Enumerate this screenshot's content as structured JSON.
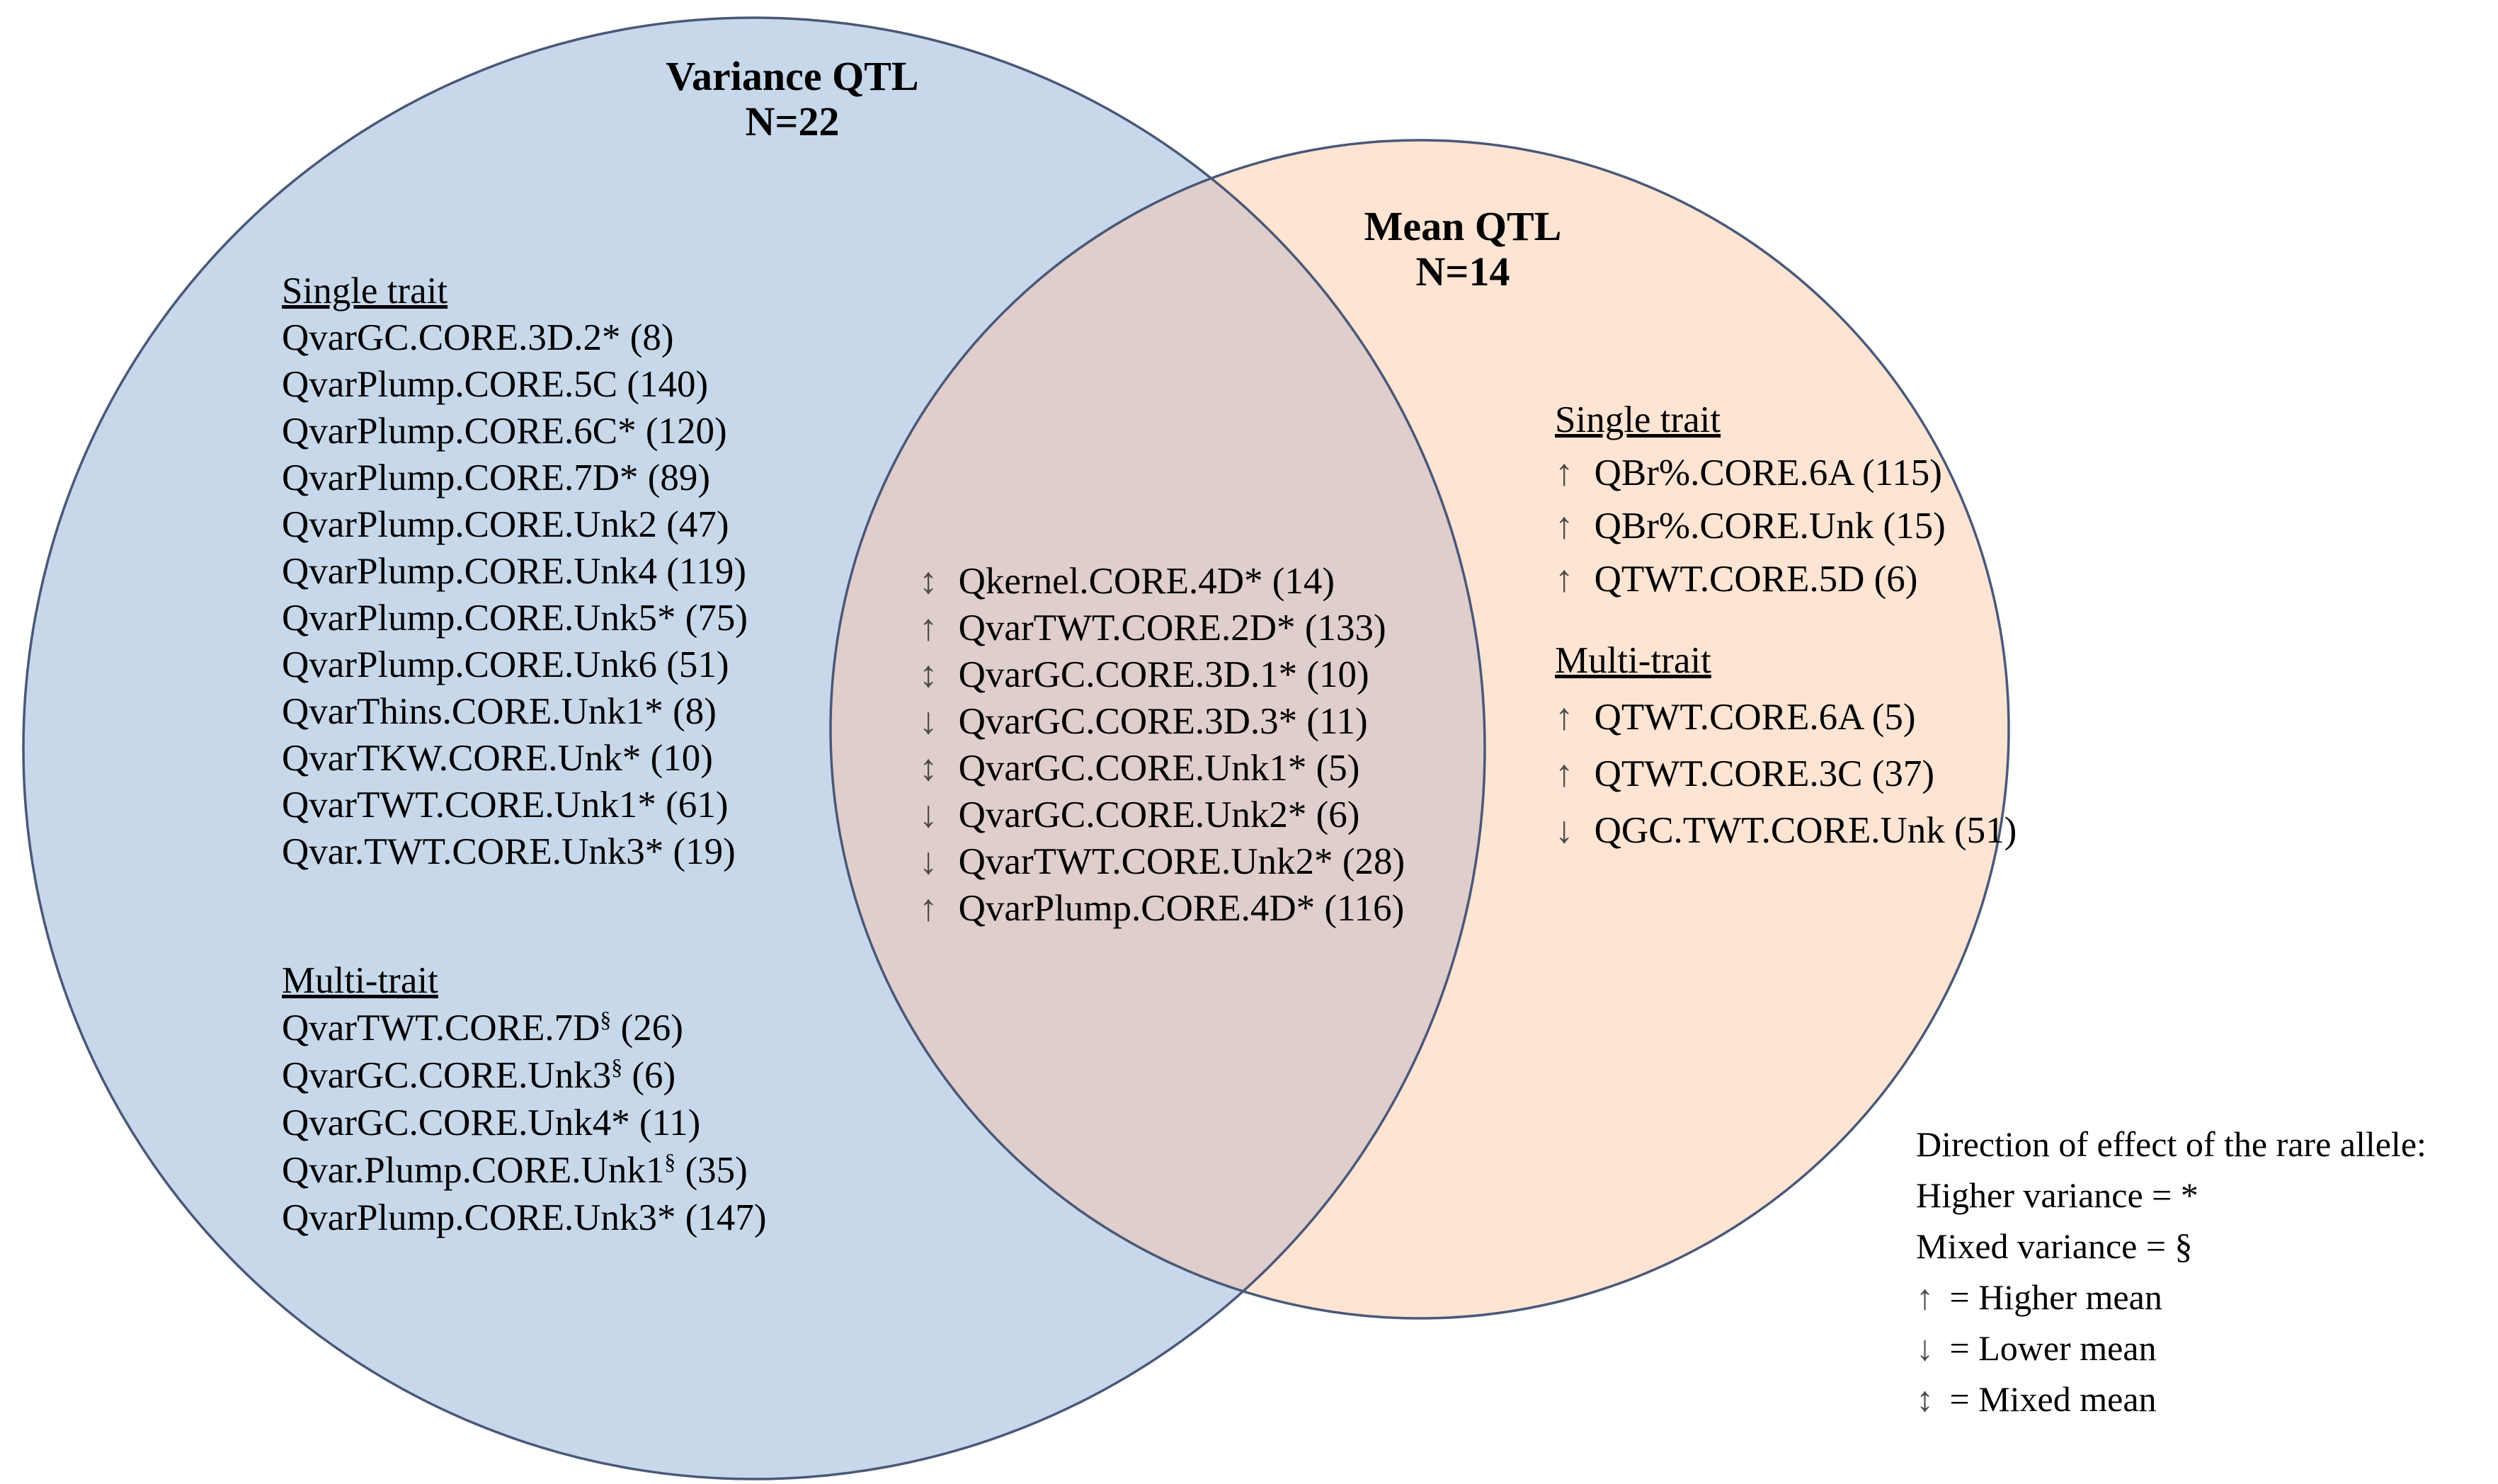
{
  "figure": {
    "type": "venn-diagram",
    "background": "#FFFFFF",
    "border_color": "#4A5878"
  },
  "variance_circle": {
    "title": "Variance QTL",
    "count_label": "N=22",
    "fill": "#C8D8EB",
    "single_trait_header": "Single trait",
    "single_trait": [
      {
        "text": "QvarGC.CORE.3D.2*",
        "count": "(8)"
      },
      {
        "text": "QvarPlump.CORE.5C",
        "count": "(140)"
      },
      {
        "text": "QvarPlump.CORE.6C*",
        "count": "(120)"
      },
      {
        "text": "QvarPlump.CORE.7D*",
        "count": "(89)"
      },
      {
        "text": "QvarPlump.CORE.Unk2",
        "count": "(47)"
      },
      {
        "text": "QvarPlump.CORE.Unk4",
        "count": "(119)"
      },
      {
        "text": "QvarPlump.CORE.Unk5*",
        "count": "(75)"
      },
      {
        "text": "QvarPlump.CORE.Unk6",
        "count": "(51)"
      },
      {
        "text": "QvarThins.CORE.Unk1*",
        "count": "(8)"
      },
      {
        "text": "QvarTKW.CORE.Unk*",
        "count": "(10)"
      },
      {
        "text": "QvarTWT.CORE.Unk1*",
        "count": "(61)"
      },
      {
        "text": "Qvar.TWT.CORE.Unk3*",
        "count": "(19)"
      }
    ],
    "multi_trait_header": "Multi-trait",
    "multi_trait": [
      {
        "text": "QvarTWT.CORE.7D",
        "sup": "§",
        "count": "(26)"
      },
      {
        "text": "QvarGC.CORE.Unk3",
        "sup": "§",
        "count": "(6)"
      },
      {
        "text": "QvarGC.CORE.Unk4*",
        "count": "(11)"
      },
      {
        "text": "Qvar.Plump.CORE.Unk1",
        "sup": "§",
        "count": "(35)"
      },
      {
        "text": "QvarPlump.CORE.Unk3*",
        "count": "(147)"
      }
    ]
  },
  "mean_circle": {
    "title": "Mean QTL",
    "count_label": "N=14",
    "fill": "#FDE4D3",
    "single_trait_header": "Single trait",
    "single_trait": [
      {
        "arrow": "↑",
        "text": "QBr%.CORE.6A",
        "count": "(115)"
      },
      {
        "arrow": "↑",
        "text": "QBr%.CORE.Unk",
        "count": "(15)"
      },
      {
        "arrow": "↑",
        "text": "QTWT.CORE.5D",
        "count": "(6)"
      }
    ],
    "multi_trait_header": "Multi-trait",
    "multi_trait": [
      {
        "arrow": "↑",
        "text": "QTWT.CORE.6A",
        "count": "(5)"
      },
      {
        "arrow": "↑",
        "text": "QTWT.CORE.3C",
        "count": "(37)"
      },
      {
        "arrow": "↓",
        "text": "QGC.TWT.CORE.Unk",
        "count": "(51)"
      }
    ]
  },
  "overlap": {
    "fill": "#DFCECB",
    "items": [
      {
        "arrow": "↕",
        "text": "Qkernel.CORE.4D*",
        "count": "(14)"
      },
      {
        "arrow": "↑",
        "text": "QvarTWT.CORE.2D*",
        "count": "(133)"
      },
      {
        "arrow": "↕",
        "text": "QvarGC.CORE.3D.1*",
        "count": "(10)"
      },
      {
        "arrow": "↓",
        "text": "QvarGC.CORE.3D.3*",
        "count": "(11)"
      },
      {
        "arrow": "↕",
        "text": "QvarGC.CORE.Unk1*",
        "count": "(5)"
      },
      {
        "arrow": "↓",
        "text": "QvarGC.CORE.Unk2*",
        "count": "(6)"
      },
      {
        "arrow": "↓",
        "text": "QvarTWT.CORE.Unk2*",
        "count": "(28)"
      },
      {
        "arrow": "↑",
        "text": "QvarPlump.CORE.4D*",
        "count": "(116)"
      }
    ]
  },
  "legend": {
    "title": "Direction of effect of the rare allele:",
    "lines": [
      {
        "text": "Higher variance = *"
      },
      {
        "text": "Mixed variance = §"
      },
      {
        "arrow": "↑",
        "text": "= Higher mean"
      },
      {
        "arrow": "↓",
        "text": "= Lower mean"
      },
      {
        "arrow": "↕",
        "text": "= Mixed mean"
      }
    ]
  }
}
